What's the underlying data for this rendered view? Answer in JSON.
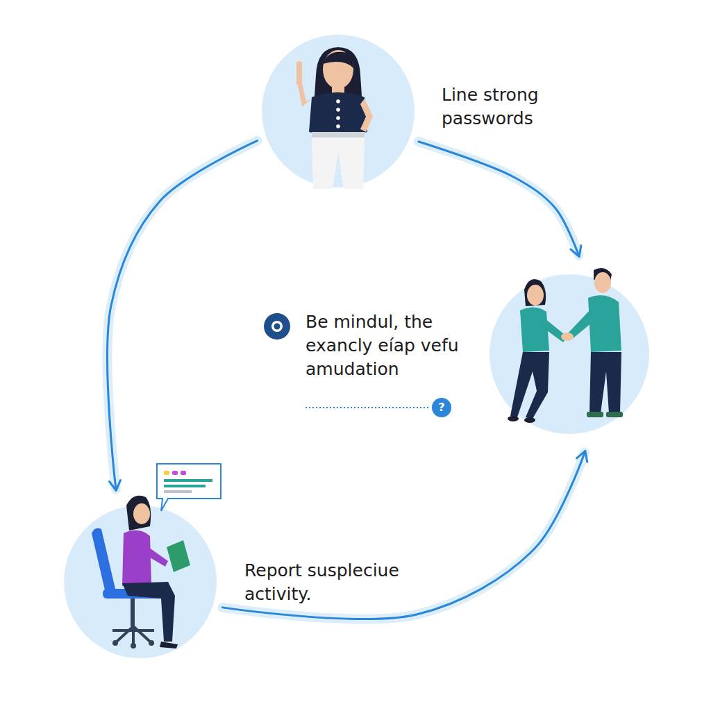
{
  "diagram": {
    "nodes": [
      {
        "text": [
          "Line strong passwords"
        ]
      },
      {
        "text": [
          "Be mindul, the exancly eíap vefu amudation"
        ]
      },
      {
        "text": [
          "Report susplecіue activity."
        ]
      }
    ],
    "edges": [
      {
        "from": 0,
        "to": 1,
        "arrow": "to"
      },
      {
        "from": 0,
        "to": 2,
        "arrow": "to"
      },
      {
        "from": 2,
        "to": 1,
        "arrow": "to"
      }
    ],
    "labels": [
      "?"
    ]
  }
}
